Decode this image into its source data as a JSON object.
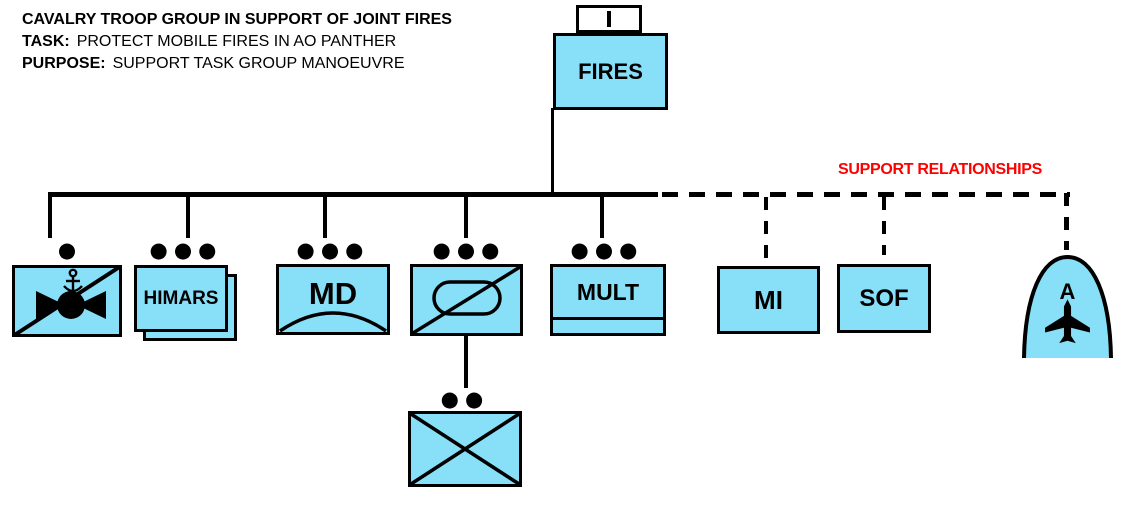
{
  "header": {
    "title": "CAVALRY TROOP GROUP IN SUPPORT OF JOINT FIRES",
    "task_label": "TASK:",
    "task_text": "PROTECT MOBILE FIRES IN AO PANTHER",
    "purpose_label": "PURPOSE:",
    "purpose_text": "SUPPORT TASK GROUP MANOEUVRE"
  },
  "support_relationships_label": "SUPPORT RELATIONSHIPS",
  "colors": {
    "unit_fill": "#87DFF8",
    "line": "#000000",
    "support_label": "#FF0000",
    "background": "#FFFFFF"
  },
  "fires_unit": {
    "label": "FIRES",
    "echelon": "|",
    "echelon_name": "company-battery-tick"
  },
  "units": [
    {
      "id": "naval-gunfire",
      "label": "",
      "echelon_dots": "●",
      "icon": "bowtie-anchor-slash-icon",
      "relationship": "organic"
    },
    {
      "id": "himars",
      "label": "HIMARS",
      "echelon_dots": "●●●",
      "icon": "stacked-frames",
      "relationship": "organic"
    },
    {
      "id": "md",
      "label": "MD",
      "echelon_dots": "●●●",
      "icon": "air-defence-arc-icon",
      "relationship": "organic"
    },
    {
      "id": "armour-slash",
      "label": "",
      "echelon_dots": "●●●",
      "icon": "stadium-slash-icon",
      "relationship": "organic"
    },
    {
      "id": "mult",
      "label": "MULT",
      "echelon_dots": "●●●",
      "icon": "bottom-band",
      "relationship": "organic"
    },
    {
      "id": "mi",
      "label": "MI",
      "echelon_dots": "",
      "icon": "",
      "relationship": "support"
    },
    {
      "id": "sof",
      "label": "SOF",
      "echelon_dots": "",
      "icon": "",
      "relationship": "support"
    },
    {
      "id": "air",
      "label": "A",
      "echelon_dots": "",
      "icon": "air-dome-plane-icon",
      "relationship": "support"
    }
  ],
  "child_unit": {
    "id": "infantry-section",
    "label": "",
    "echelon_dots": "●●",
    "icon": "crossed-box-icon",
    "parent": "armour-slash"
  }
}
